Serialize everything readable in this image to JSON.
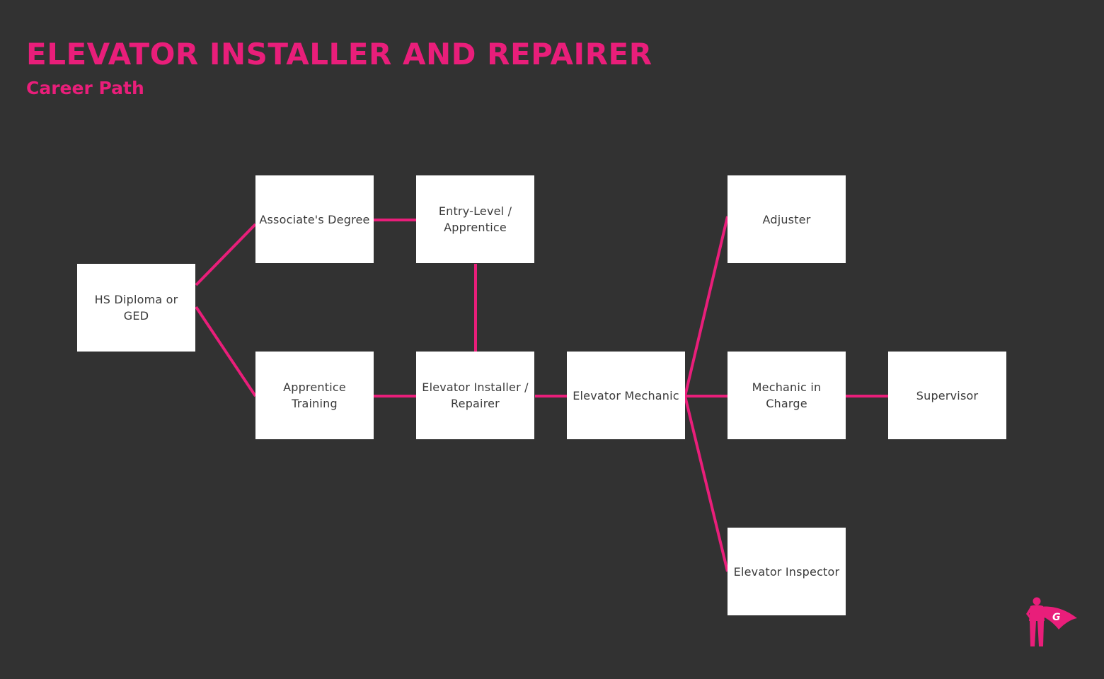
{
  "header": {
    "title": "ELEVATOR INSTALLER AND REPAIRER",
    "subtitle": "Career Path"
  },
  "colors": {
    "background": "#323232",
    "accent": "#e91e7a",
    "node_fill": "#ffffff",
    "node_text": "#3a3a3a"
  },
  "nodes": {
    "hs_diploma": "HS Diploma or GED",
    "associates_degree": "Associate's Degree",
    "apprentice_training": "Apprentice Training",
    "entry_level": "Entry-Level / Apprentice",
    "installer_repairer": "Elevator Installer / Repairer",
    "elevator_mechanic": "Elevator Mechanic",
    "adjuster": "Adjuster",
    "mechanic_in_charge": "Mechanic in Charge",
    "elevator_inspector": "Elevator Inspector",
    "supervisor": "Supervisor"
  },
  "edges": [
    [
      "hs_diploma",
      "associates_degree"
    ],
    [
      "hs_diploma",
      "apprentice_training"
    ],
    [
      "associates_degree",
      "entry_level"
    ],
    [
      "entry_level",
      "installer_repairer"
    ],
    [
      "apprentice_training",
      "installer_repairer"
    ],
    [
      "installer_repairer",
      "elevator_mechanic"
    ],
    [
      "elevator_mechanic",
      "adjuster"
    ],
    [
      "elevator_mechanic",
      "mechanic_in_charge"
    ],
    [
      "elevator_mechanic",
      "elevator_inspector"
    ],
    [
      "mechanic_in_charge",
      "supervisor"
    ]
  ],
  "logo": {
    "icon": "superhero-mascot-icon",
    "letter": "G"
  }
}
